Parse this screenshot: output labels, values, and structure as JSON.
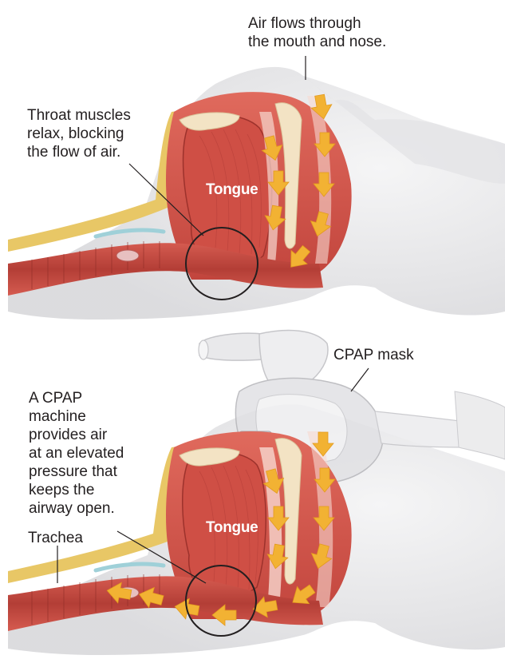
{
  "top_panel": {
    "airflow_label": "Air flows through\nthe mouth and nose.",
    "throat_label": "Throat muscles\nrelax, blocking\nthe flow of air.",
    "tongue_label": "Tongue"
  },
  "bottom_panel": {
    "mask_label": "CPAP mask",
    "cpap_label": "A CPAP\nmachine\nprovides air\nat an elevated\npressure that\nkeeps the\nairway open.",
    "trachea_label": "Trachea",
    "tongue_label": "Tongue"
  },
  "colors": {
    "muscle": "#d9584f",
    "muscle_dark": "#a83a33",
    "skin": "#d7d7d9",
    "fat": "#e8c766",
    "bone": "#f3e3c4",
    "arrow": "#f2b233",
    "cartilage": "#9fd0d8"
  }
}
